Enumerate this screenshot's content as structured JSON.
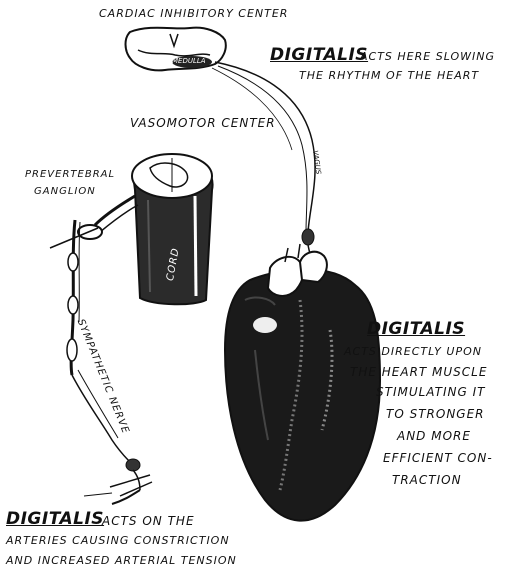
{
  "labels": {
    "cardiac_center": "CARDIAC INHIBITORY CENTER",
    "medulla": "MEDULLA",
    "vasomotor_center": "VASOMOTOR CENTER",
    "prevertebral_ganglion_1": "PREVERTEBRAL",
    "prevertebral_ganglion_2": "GANGLION",
    "vagus": "VAGUS",
    "cord": "CORD",
    "sympathetic_nerve": "SYMPATHETIC NERVE"
  },
  "notes": {
    "keyword": "DIGITALIS",
    "vagus_note": {
      "line1": "ACTS HERE SLOWING",
      "line2": "THE RHYTHM OF THE HEART"
    },
    "heart_note": {
      "lines": [
        "ACTS DIRECTLY UPON",
        "THE HEART MUSCLE",
        "STIMULATING IT",
        "TO STRONGER",
        "AND MORE",
        "EFFICIENT CON-",
        "TRACTION"
      ]
    },
    "arteries_note": {
      "line1": "ACTS ON THE",
      "line2": "ARTERIES CAUSING CONSTRICTION",
      "line3": "AND INCREASED ARTERIAL TENSION"
    }
  },
  "colors": {
    "ink": "#111111",
    "heart": "#1a1a1a",
    "paper": "#ffffff"
  }
}
